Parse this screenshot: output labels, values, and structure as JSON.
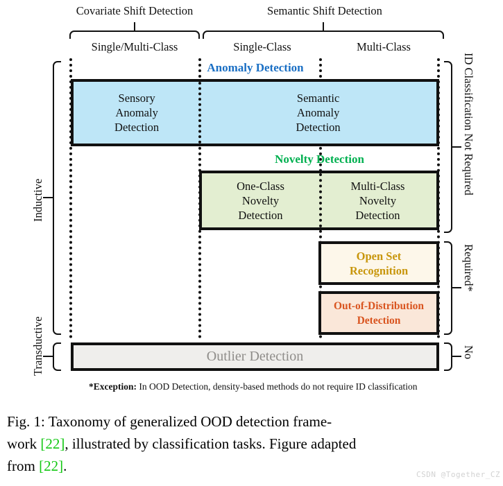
{
  "figure": {
    "shift_groups": [
      {
        "label": "Covariate Shift Detection"
      },
      {
        "label": "Semantic Shift Detection"
      }
    ],
    "class_columns": [
      {
        "label": "Single/Multi-Class"
      },
      {
        "label": "Single-Class"
      },
      {
        "label": "Multi-Class"
      }
    ],
    "sections": [
      {
        "title": "Anomaly Detection",
        "title_color": "#1a6fc4",
        "fill": "#bee6f7",
        "cells": [
          "Sensory\nAnomaly\nDetection",
          "Semantic\nAnomaly\nDetection"
        ],
        "cell1_line1": "Sensory",
        "cell1_line2": "Anomaly",
        "cell1_line3": "Detection",
        "cell2_line1": "Semantic",
        "cell2_line2": "Anomaly",
        "cell2_line3": "Detection"
      },
      {
        "title": "Novelty Detection",
        "title_color": "#00b050",
        "fill": "#e3eed1",
        "cell1_line1": "One-Class",
        "cell1_line2": "Novelty",
        "cell1_line3": "Detection",
        "cell2_line1": "Multi-Class",
        "cell2_line2": "Novelty",
        "cell2_line3": "Detection"
      },
      {
        "title": "",
        "fill": "#fdf7ea",
        "text_color": "#c8960c",
        "line1": "Open Set",
        "line2": "Recognition"
      },
      {
        "title": "",
        "fill": "#fae7d9",
        "text_color": "#d9541f",
        "line1": "Out-of-Distribution",
        "line2": "Detection"
      },
      {
        "title": "",
        "fill": "#efeeec",
        "text_color": "#8f8d8a",
        "line1": "Outlier Detection"
      }
    ],
    "right_labels": [
      {
        "label": "ID Classification Not Required"
      },
      {
        "label": "Required*"
      },
      {
        "label": "No"
      }
    ],
    "left_labels": [
      {
        "label": "Inductive"
      },
      {
        "label": "Transductive"
      }
    ],
    "footnote_marker": "*Exception:",
    "footnote_text": " In OOD Detection, density-based methods do not require ID classification"
  },
  "caption": {
    "line1_a": "Fig. 1: Taxonomy of generalized OOD detection frame-",
    "line2_a": "work ",
    "cite1": "[22]",
    "line2_b": ", illustrated by classification tasks. Figure adapted",
    "line3_a": "from ",
    "cite2": "[22]",
    "line3_b": "."
  },
  "watermark": {
    "text": "CSDN @Together_CZ"
  }
}
